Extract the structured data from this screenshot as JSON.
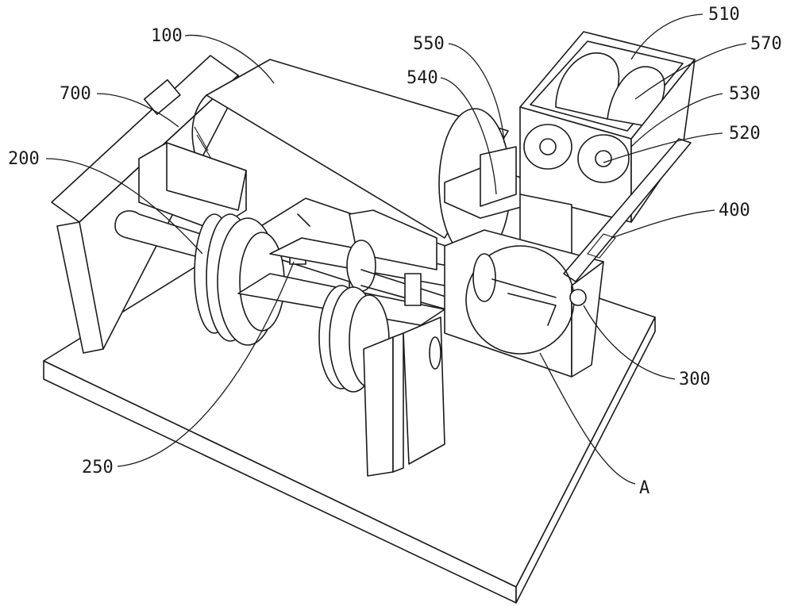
{
  "labels": {
    "l100": "100",
    "l700": "700",
    "l200": "200",
    "l250": "250",
    "l550": "550",
    "l540": "540",
    "l510": "510",
    "l570": "570",
    "l530": "530",
    "l520": "520",
    "l400": "400",
    "l300": "300",
    "lA": "A"
  }
}
